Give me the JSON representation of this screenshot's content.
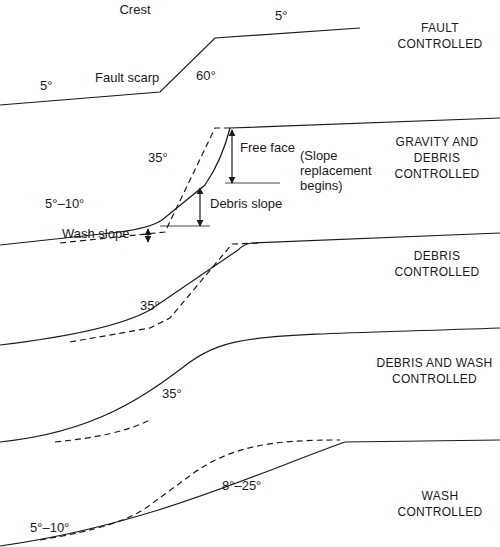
{
  "diagram": {
    "labels": [
      "Crest",
      "5°",
      "FAULT CONTROLLED",
      "Fault scarp",
      "60°",
      "5°",
      "GRAVITY AND DEBRIS CONTROLLED",
      "Free face",
      "(Slope replacement begins)",
      "35°",
      "Debris slope",
      "5°–10°",
      "Wash slope",
      "DEBRIS CONTROLLED",
      "35°",
      "DEBRIS AND WASH CONTROLLED",
      "35°",
      "WASH CONTROLLED",
      "5°–10°",
      "8°–25°"
    ]
  }
}
